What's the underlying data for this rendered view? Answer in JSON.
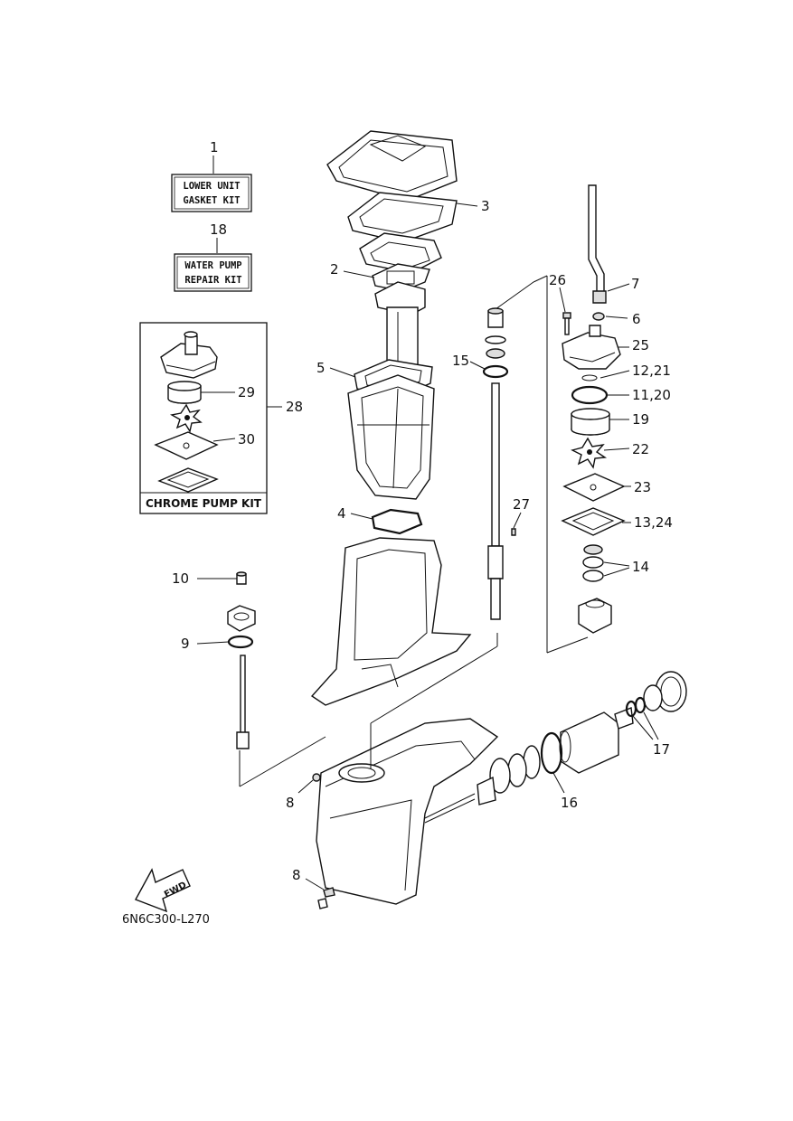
{
  "figure_code": "6N6C300-L270",
  "fwd_label": "FWD",
  "kits": {
    "gasket_kit": {
      "number": "1",
      "line1": "LOWER UNIT",
      "line2": "GASKET KIT"
    },
    "water_pump_kit": {
      "number": "18",
      "line1": "WATER PUMP",
      "line2": "REPAIR KIT"
    },
    "chrome_pump_kit": {
      "number": "28",
      "label": "CHROME PUMP KIT"
    }
  },
  "callouts": {
    "c2": "2",
    "c3": "3",
    "c4": "4",
    "c5": "5",
    "c6": "6",
    "c7": "7",
    "c8a": "8",
    "c8b": "8",
    "c9": "9",
    "c10": "10",
    "c11": "11,20",
    "c12": "12,21",
    "c13": "13,24",
    "c14": "14",
    "c15": "15",
    "c16": "16",
    "c17": "17",
    "c19": "19",
    "c22": "22",
    "c23": "23",
    "c25": "25",
    "c26": "26",
    "c27": "27",
    "c29": "29",
    "c30": "30"
  }
}
